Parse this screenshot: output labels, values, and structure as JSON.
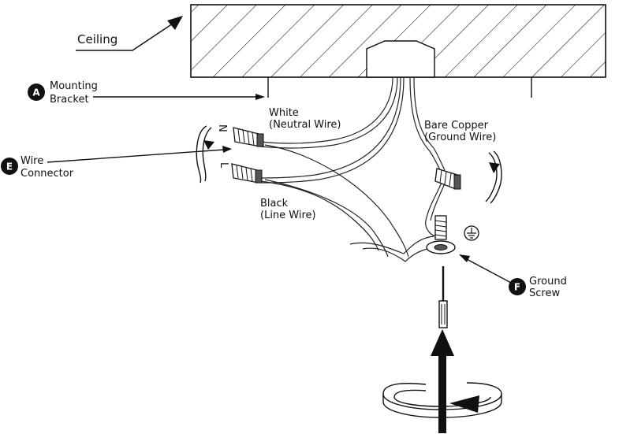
{
  "labels": {
    "ceiling": "Ceiling",
    "mounting_line1": "Mounting",
    "mounting_line2": "Bracket",
    "white_line1": "White",
    "white_line2": "(Neutral Wire)",
    "copper_line1": "Bare Copper",
    "copper_line2": "(Ground Wire)",
    "connector_line1": "Wire",
    "connector_line2": "Connector",
    "black_line1": "Black",
    "black_line2": "(Line Wire)",
    "ground_line1": "Ground",
    "ground_line2": "Screw"
  },
  "badges": {
    "a": "A",
    "e": "E",
    "f": "F"
  },
  "wire_marks": {
    "neutral": "N",
    "line": "L"
  }
}
